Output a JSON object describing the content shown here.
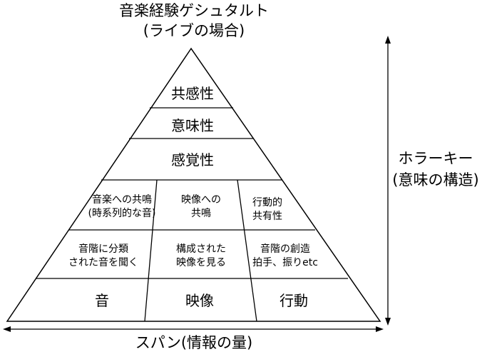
{
  "title": {
    "line1": "音楽経験ゲシュタルト",
    "line2": "(ライブの場合)"
  },
  "pyramid": {
    "tiers": {
      "top": "共感性",
      "second": "意味性",
      "third": "感覚性"
    },
    "upper_row": {
      "left": {
        "line1": "音楽への共鳴",
        "line2": "(時系列的な音)"
      },
      "center": {
        "line1": "映像への",
        "line2": "共鳴"
      },
      "right": {
        "line1": "行動的",
        "line2": "共有性"
      }
    },
    "middle_row": {
      "left": {
        "line1": "音階に分類",
        "line2": "された音を聞く"
      },
      "center": {
        "line1": "構成された",
        "line2": "映像を見る"
      },
      "right": {
        "line1": "音階の創造",
        "line2": "拍手、振りetc"
      }
    },
    "base_row": {
      "left": "音",
      "center": "映像",
      "right": "行動"
    }
  },
  "vertical_axis": {
    "line1": "ホラーキー",
    "line2": "(意味の構造)"
  },
  "horizontal_axis": {
    "label": "スパン(情報の量)"
  },
  "colors": {
    "stroke": "#000000",
    "background": "#ffffff"
  }
}
